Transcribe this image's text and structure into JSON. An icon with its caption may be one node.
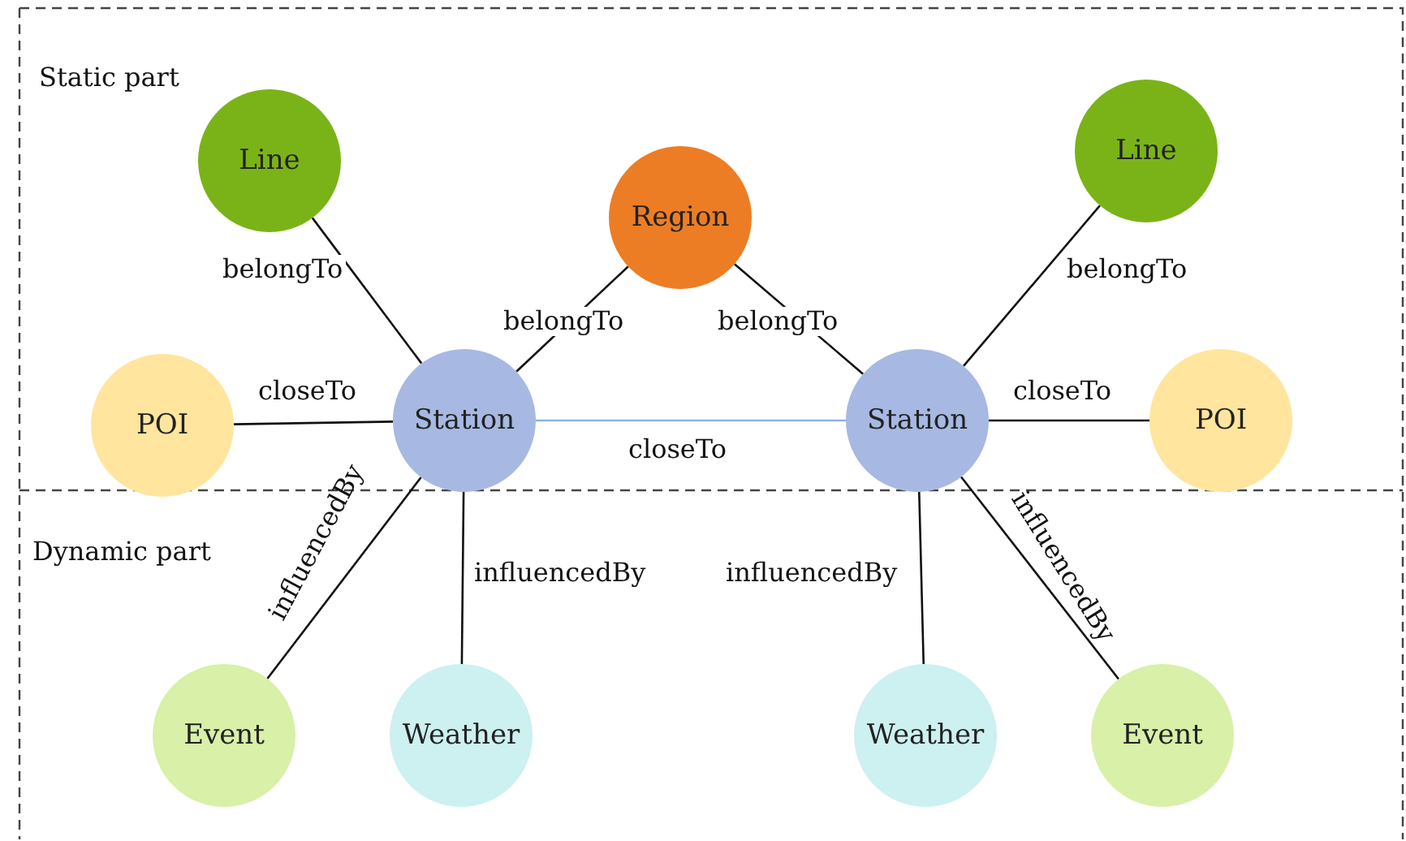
{
  "diagram": {
    "nodes": [
      {
        "text": [
          "Line"
        ]
      },
      {
        "text": [
          "Region"
        ]
      },
      {
        "text": [
          "Line"
        ]
      },
      {
        "text": [
          "POI"
        ]
      },
      {
        "text": [
          "Station"
        ]
      },
      {
        "text": [
          "Station"
        ]
      },
      {
        "text": [
          "POI"
        ]
      },
      {
        "text": [
          "Event"
        ]
      },
      {
        "text": [
          "Weather"
        ]
      },
      {
        "text": [
          "Weather"
        ]
      },
      {
        "text": [
          "Event"
        ]
      }
    ],
    "edges": [
      {
        "from": 4,
        "to": 0,
        "arrow": "none",
        "label": "belongTo"
      },
      {
        "from": 4,
        "to": 1,
        "arrow": "none",
        "label": "belongTo"
      },
      {
        "from": 5,
        "to": 1,
        "arrow": "none",
        "label": "belongTo"
      },
      {
        "from": 5,
        "to": 2,
        "arrow": "none",
        "label": "belongTo"
      },
      {
        "from": 4,
        "to": 3,
        "arrow": "none",
        "label": "closeTo"
      },
      {
        "from": 4,
        "to": 5,
        "arrow": "none",
        "label": "closeTo",
        "color": "#8fb4d8"
      },
      {
        "from": 5,
        "to": 6,
        "arrow": "none",
        "label": "closeTo"
      },
      {
        "from": 4,
        "to": 7,
        "arrow": "none",
        "label": "influencedBy"
      },
      {
        "from": 4,
        "to": 8,
        "arrow": "none",
        "label": "influencedBy"
      },
      {
        "from": 5,
        "to": 9,
        "arrow": "none",
        "label": "influencedBy"
      },
      {
        "from": 5,
        "to": 10,
        "arrow": "none",
        "label": "influencedBy"
      }
    ],
    "labels": [
      "Static part",
      "Dynamic part"
    ]
  }
}
